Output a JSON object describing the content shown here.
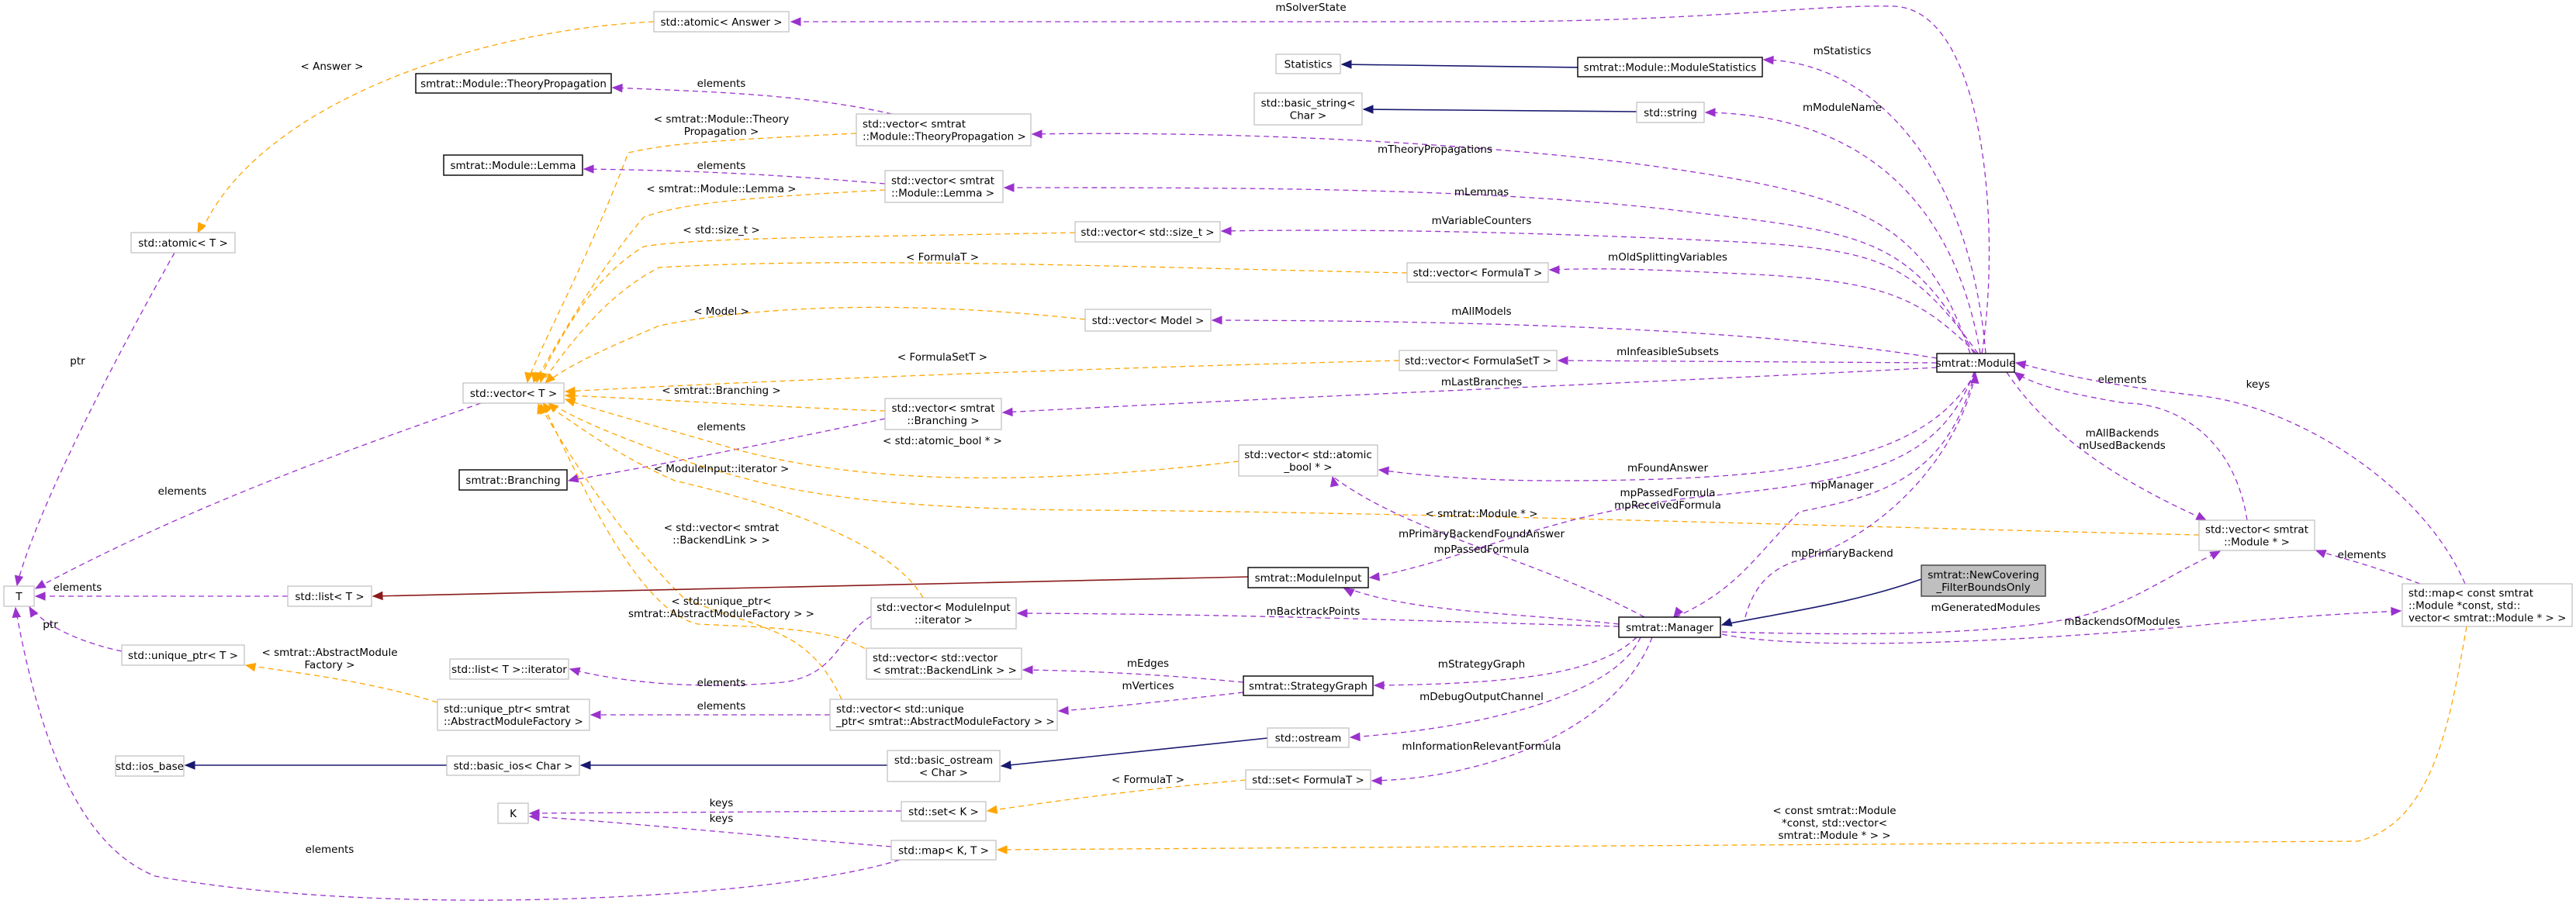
{
  "title": "smtrat::NewCovering_FilterBoundsOnly collaboration diagram",
  "legend_colors": {
    "member_usage": "#9a32cd",
    "template_instance": "#ffa500",
    "public_inheritance": "#191970",
    "private_inheritance": "#8b1a1a",
    "root_fill": "#bfbfbf"
  },
  "nodes": [
    {
      "id": "atomic_answer",
      "lines": [
        "std::atomic< Answer >"
      ],
      "kind": "undocumented"
    },
    {
      "id": "tp",
      "lines": [
        "smtrat::Module::TheoryPropagation"
      ],
      "kind": "documented"
    },
    {
      "id": "vec_tp",
      "lines": [
        "std::vector< smtrat",
        "::Module::TheoryPropagation >"
      ],
      "kind": "undocumented"
    },
    {
      "id": "lemma",
      "lines": [
        "smtrat::Module::Lemma"
      ],
      "kind": "documented"
    },
    {
      "id": "vec_lemma",
      "lines": [
        "std::vector< smtrat",
        "::Module::Lemma >"
      ],
      "kind": "undocumented"
    },
    {
      "id": "atomic_t",
      "lines": [
        "std::atomic< T >"
      ],
      "kind": "undocumented"
    },
    {
      "id": "statistics",
      "lines": [
        "Statistics"
      ],
      "kind": "undocumented"
    },
    {
      "id": "modstats",
      "lines": [
        "smtrat::Module::ModuleStatistics"
      ],
      "kind": "documented"
    },
    {
      "id": "basic_string",
      "lines": [
        "std::basic_string<",
        "Char >"
      ],
      "kind": "undocumented"
    },
    {
      "id": "string",
      "lines": [
        "std::string"
      ],
      "kind": "undocumented"
    },
    {
      "id": "vec_sizet",
      "lines": [
        "std::vector< std::size_t >"
      ],
      "kind": "undocumented"
    },
    {
      "id": "vec_formulat",
      "lines": [
        "std::vector< FormulaT >"
      ],
      "kind": "undocumented"
    },
    {
      "id": "vec_model",
      "lines": [
        "std::vector< Model >"
      ],
      "kind": "undocumented"
    },
    {
      "id": "vec_formulasett",
      "lines": [
        "std::vector< FormulaSetT >"
      ],
      "kind": "undocumented"
    },
    {
      "id": "module",
      "lines": [
        "smtrat::Module"
      ],
      "kind": "documented"
    },
    {
      "id": "vec_t",
      "lines": [
        "std::vector< T >"
      ],
      "kind": "undocumented"
    },
    {
      "id": "vec_branching",
      "lines": [
        "std::vector< smtrat",
        "::Branching >"
      ],
      "kind": "undocumented"
    },
    {
      "id": "branching",
      "lines": [
        "smtrat::Branching"
      ],
      "kind": "documented"
    },
    {
      "id": "vec_atomicbool",
      "lines": [
        "std::vector< std::atomic",
        "_bool * >"
      ],
      "kind": "undocumented"
    },
    {
      "id": "vec_module",
      "lines": [
        "std::vector< smtrat",
        "::Module * >"
      ],
      "kind": "undocumented"
    },
    {
      "id": "moduleinput",
      "lines": [
        "smtrat::ModuleInput"
      ],
      "kind": "documented"
    },
    {
      "id": "newcovering",
      "lines": [
        "smtrat::NewCovering",
        "_FilterBoundsOnly"
      ],
      "kind": "root"
    },
    {
      "id": "T",
      "lines": [
        "T"
      ],
      "kind": "undocumented"
    },
    {
      "id": "list_t",
      "lines": [
        "std::list< T >"
      ],
      "kind": "undocumented"
    },
    {
      "id": "vec_mi_iter",
      "lines": [
        "std::vector< ModuleInput",
        "::iterator >"
      ],
      "kind": "undocumented"
    },
    {
      "id": "manager",
      "lines": [
        "smtrat::Manager"
      ],
      "kind": "documented"
    },
    {
      "id": "map_const",
      "lines": [
        "std::map< const smtrat",
        "::Module *const, std::",
        "vector< smtrat::Module * > >"
      ],
      "kind": "undocumented"
    },
    {
      "id": "unique_ptr_t",
      "lines": [
        "std::unique_ptr< T >"
      ],
      "kind": "undocumented"
    },
    {
      "id": "list_iter",
      "lines": [
        "std::list< T >::iterator"
      ],
      "kind": "undocumented"
    },
    {
      "id": "vec_vec_bl",
      "lines": [
        "std::vector< std::vector",
        "< smtrat::BackendLink > >"
      ],
      "kind": "undocumented"
    },
    {
      "id": "strategygraph",
      "lines": [
        "smtrat::StrategyGraph"
      ],
      "kind": "documented"
    },
    {
      "id": "unique_ptr_amf",
      "lines": [
        "std::unique_ptr< smtrat",
        "::AbstractModuleFactory >"
      ],
      "kind": "undocumented"
    },
    {
      "id": "vec_unique_amf",
      "lines": [
        "std::vector< std::unique",
        "_ptr< smtrat::AbstractModuleFactory > >"
      ],
      "kind": "undocumented"
    },
    {
      "id": "ostream",
      "lines": [
        "std::ostream"
      ],
      "kind": "undocumented"
    },
    {
      "id": "ios_base",
      "lines": [
        "std::ios_base"
      ],
      "kind": "undocumented"
    },
    {
      "id": "basic_ios",
      "lines": [
        "std::basic_ios< Char >"
      ],
      "kind": "undocumented"
    },
    {
      "id": "basic_ostream",
      "lines": [
        "std::basic_ostream",
        "< Char >"
      ],
      "kind": "undocumented"
    },
    {
      "id": "set_formulat",
      "lines": [
        "std::set< FormulaT >"
      ],
      "kind": "undocumented"
    },
    {
      "id": "K",
      "lines": [
        "K"
      ],
      "kind": "undocumented"
    },
    {
      "id": "set_k",
      "lines": [
        "std::set< K >"
      ],
      "kind": "undocumented"
    },
    {
      "id": "map_kt",
      "lines": [
        "std::map< K, T >"
      ],
      "kind": "undocumented"
    }
  ],
  "edges": [
    {
      "id": "e_solverstate",
      "from": "module",
      "to": "atomic_answer",
      "color": "purple",
      "label": [
        "mSolverState"
      ]
    },
    {
      "id": "e_answer_tmpl",
      "from": "atomic_answer",
      "to": "atomic_t",
      "color": "orange",
      "label": [
        "< Answer >"
      ]
    },
    {
      "id": "e_modstats_stats",
      "from": "modstats",
      "to": "statistics",
      "color": "navy",
      "label": []
    },
    {
      "id": "e_statistics",
      "from": "module",
      "to": "modstats",
      "color": "purple",
      "label": [
        "mStatistics"
      ]
    },
    {
      "id": "e_string_basic",
      "from": "string",
      "to": "basic_string",
      "color": "navy",
      "label": []
    },
    {
      "id": "e_modulename",
      "from": "module",
      "to": "string",
      "color": "purple",
      "label": [
        "mModuleName"
      ]
    },
    {
      "id": "e_tp_elements",
      "from": "vec_tp",
      "to": "tp",
      "color": "purple",
      "label": [
        "elements"
      ]
    },
    {
      "id": "e_tp_tmpl",
      "from": "vec_tp",
      "to": "vec_t",
      "color": "orange",
      "label": [
        "< smtrat::Module::Theory",
        "Propagation >"
      ]
    },
    {
      "id": "e_theoryprop",
      "from": "module",
      "to": "vec_tp",
      "color": "purple",
      "label": [
        "mTheoryPropagations"
      ]
    },
    {
      "id": "e_lemma_elements",
      "from": "vec_lemma",
      "to": "lemma",
      "color": "purple",
      "label": [
        "elements"
      ]
    },
    {
      "id": "e_lemma_tmpl",
      "from": "vec_lemma",
      "to": "vec_t",
      "color": "orange",
      "label": [
        "< smtrat::Module::Lemma >"
      ]
    },
    {
      "id": "e_lemmas",
      "from": "module",
      "to": "vec_lemma",
      "color": "purple",
      "label": [
        "mLemmas"
      ]
    },
    {
      "id": "e_sizet_tmpl",
      "from": "vec_sizet",
      "to": "vec_t",
      "color": "orange",
      "label": [
        "< std::size_t >"
      ]
    },
    {
      "id": "e_varcounters",
      "from": "module",
      "to": "vec_sizet",
      "color": "purple",
      "label": [
        "mVariableCounters"
      ]
    },
    {
      "id": "e_formulat_tmpl",
      "from": "vec_formulat",
      "to": "vec_t",
      "color": "orange",
      "label": [
        "< FormulaT >"
      ]
    },
    {
      "id": "e_oldsplit",
      "from": "module",
      "to": "vec_formulat",
      "color": "purple",
      "label": [
        "mOldSplittingVariables"
      ]
    },
    {
      "id": "e_model_tmpl",
      "from": "vec_model",
      "to": "vec_t",
      "color": "orange",
      "label": [
        "< Model >"
      ]
    },
    {
      "id": "e_allmodels",
      "from": "module",
      "to": "vec_model",
      "color": "purple",
      "label": [
        "mAllModels"
      ]
    },
    {
      "id": "e_formulasett_tmpl",
      "from": "vec_formulasett",
      "to": "vec_t",
      "color": "orange",
      "label": [
        "< FormulaSetT >"
      ]
    },
    {
      "id": "e_infeasible",
      "from": "module",
      "to": "vec_formulasett",
      "color": "purple",
      "label": [
        "mInfeasibleSubsets"
      ]
    },
    {
      "id": "e_branching_tmpl",
      "from": "vec_branching",
      "to": "vec_t",
      "color": "orange",
      "label": [
        "< smtrat::Branching >"
      ]
    },
    {
      "id": "e_branching_elements",
      "from": "vec_branching",
      "to": "branching",
      "color": "purple",
      "label": [
        "elements"
      ]
    },
    {
      "id": "e_lastbranches",
      "from": "module",
      "to": "vec_branching",
      "color": "purple",
      "label": [
        "mLastBranches"
      ]
    },
    {
      "id": "e_atomicbool_tmpl",
      "from": "vec_atomicbool",
      "to": "vec_t",
      "color": "orange",
      "label": [
        "< std::atomic_bool * >"
      ]
    },
    {
      "id": "e_foundanswer",
      "from": "module",
      "to": "vec_atomicbool",
      "color": "purple",
      "label": [
        "mFoundAnswer"
      ]
    },
    {
      "id": "e_module_tmpl",
      "from": "vec_module",
      "to": "vec_t",
      "color": "orange",
      "label": [
        "< smtrat::Module * >"
      ]
    },
    {
      "id": "e_mi_iter_tmpl",
      "from": "vec_mi_iter",
      "to": "vec_t",
      "color": "orange",
      "label": [
        "< ModuleInput::iterator >"
      ]
    },
    {
      "id": "e_vec_bl_tmpl",
      "from": "vec_vec_bl",
      "to": "vec_t",
      "color": "orange",
      "label": [
        "< std::vector< smtrat",
        "::BackendLink > >"
      ]
    },
    {
      "id": "e_unique_amf_tmpl",
      "from": "vec_unique_amf",
      "to": "vec_t",
      "color": "orange",
      "label": [
        "< std::unique_ptr<",
        "smtrat::AbstractModuleFactory > >"
      ]
    },
    {
      "id": "e_vect_elements",
      "from": "vec_t",
      "to": "T",
      "color": "purple",
      "label": [
        "elements"
      ]
    },
    {
      "id": "e_atomic_ptr",
      "from": "atomic_t",
      "to": "T",
      "color": "purple",
      "label": [
        "ptr"
      ]
    },
    {
      "id": "e_list_elements",
      "from": "list_t",
      "to": "T",
      "color": "purple",
      "label": [
        "elements"
      ]
    },
    {
      "id": "e_mi_list",
      "from": "moduleinput",
      "to": "list_t",
      "color": "darkred",
      "label": []
    },
    {
      "id": "e_passedformula_mod",
      "from": "module",
      "to": "moduleinput",
      "color": "purple",
      "label": [
        "mpPassedFormula",
        "mpReceivedFormula"
      ]
    },
    {
      "id": "e_manager_ptr",
      "from": "module",
      "to": "manager",
      "color": "purple",
      "label": [
        "mpManager"
      ]
    },
    {
      "id": "e_primarybackend",
      "from": "manager",
      "to": "module",
      "color": "purple",
      "label": [
        "mpPrimaryBackend"
      ]
    },
    {
      "id": "e_allbackends",
      "from": "module",
      "to": "vec_module",
      "color": "purple",
      "label": [
        "mAllBackends",
        "mUsedBackends"
      ]
    },
    {
      "id": "e_vecmod_elements",
      "from": "vec_module",
      "to": "module",
      "color": "purple",
      "label": [
        "elements"
      ]
    },
    {
      "id": "e_map_keys",
      "from": "map_const",
      "to": "module",
      "color": "purple",
      "label": [
        "keys"
      ]
    },
    {
      "id": "e_map_elements",
      "from": "map_const",
      "to": "vec_module",
      "color": "purple",
      "label": [
        "elements"
      ]
    },
    {
      "id": "e_newcov_manager",
      "from": "newcovering",
      "to": "manager",
      "color": "navy",
      "label": []
    },
    {
      "id": "e_generated",
      "from": "manager",
      "to": "vec_module",
      "color": "purple",
      "label": [
        "mGeneratedModules"
      ]
    },
    {
      "id": "e_backendsofmodules",
      "from": "manager",
      "to": "map_const",
      "color": "purple",
      "label": [
        "mBackendsOfModules"
      ]
    },
    {
      "id": "e_pbfoundanswer",
      "from": "manager",
      "to": "vec_atomicbool",
      "color": "purple",
      "label": [
        "mPrimaryBackendFoundAnswer"
      ]
    },
    {
      "id": "e_passedformula_mgr",
      "from": "manager",
      "to": "moduleinput",
      "color": "purple",
      "label": [
        "mpPassedFormula"
      ]
    },
    {
      "id": "e_backtrack",
      "from": "manager",
      "to": "vec_mi_iter",
      "color": "purple",
      "label": [
        "mBacktrackPoints"
      ]
    },
    {
      "id": "e_strategygraph",
      "from": "manager",
      "to": "strategygraph",
      "color": "purple",
      "label": [
        "mStrategyGraph"
      ]
    },
    {
      "id": "e_edges",
      "from": "strategygraph",
      "to": "vec_vec_bl",
      "color": "purple",
      "label": [
        "mEdges"
      ]
    },
    {
      "id": "e_vertices",
      "from": "strategygraph",
      "to": "vec_unique_amf",
      "color": "purple",
      "label": [
        "mVertices"
      ]
    },
    {
      "id": "e_debugout",
      "from": "manager",
      "to": "ostream",
      "color": "purple",
      "label": [
        "mDebugOutputChannel"
      ]
    },
    {
      "id": "e_inforelevant",
      "from": "manager",
      "to": "set_formulat",
      "color": "purple",
      "label": [
        "mInformationRelevantFormula"
      ]
    },
    {
      "id": "e_mi_iter_elements",
      "from": "vec_mi_iter",
      "to": "list_iter",
      "color": "purple",
      "label": [
        "elements"
      ]
    },
    {
      "id": "e_unique_amf_elements",
      "from": "vec_unique_amf",
      "to": "unique_ptr_amf",
      "color": "purple",
      "label": [
        "elements"
      ]
    },
    {
      "id": "e_unique_amf_ptr_tmpl",
      "from": "unique_ptr_amf",
      "to": "unique_ptr_t",
      "color": "orange",
      "label": [
        "< smtrat::AbstractModule",
        "Factory >"
      ]
    },
    {
      "id": "e_unique_ptr",
      "from": "unique_ptr_t",
      "to": "T",
      "color": "purple",
      "label": [
        "ptr"
      ]
    },
    {
      "id": "e_ostream_basic",
      "from": "ostream",
      "to": "basic_ostream",
      "color": "navy",
      "label": []
    },
    {
      "id": "e_basicostream_ios",
      "from": "basic_ostream",
      "to": "basic_ios",
      "color": "navy",
      "label": []
    },
    {
      "id": "e_basicios_base",
      "from": "basic_ios",
      "to": "ios_base",
      "color": "navy",
      "label": []
    },
    {
      "id": "e_setformula_tmpl",
      "from": "set_formulat",
      "to": "set_k",
      "color": "orange",
      "label": [
        "< FormulaT >"
      ]
    },
    {
      "id": "e_setk_keys",
      "from": "set_k",
      "to": "K",
      "color": "purple",
      "label": [
        "keys"
      ]
    },
    {
      "id": "e_mapkt_keys",
      "from": "map_kt",
      "to": "K",
      "color": "purple",
      "label": [
        "keys"
      ]
    },
    {
      "id": "e_mapkt_elements",
      "from": "map_kt",
      "to": "T",
      "color": "purple",
      "label": [
        "elements"
      ]
    },
    {
      "id": "e_mapconst_tmpl",
      "from": "map_const",
      "to": "map_kt",
      "color": "orange",
      "label": [
        "< const smtrat::Module",
        "*const, std::vector<",
        "smtrat::Module * > >"
      ]
    }
  ]
}
